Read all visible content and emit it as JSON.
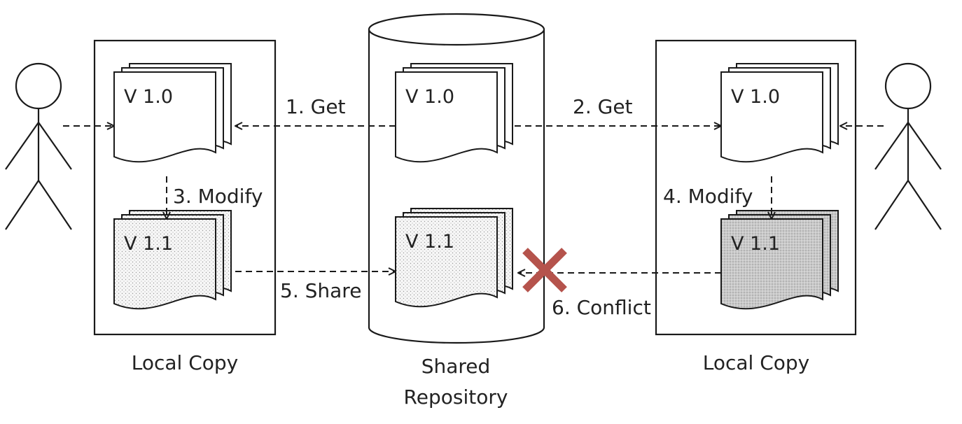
{
  "labels": {
    "get_1": "1. Get",
    "get_2": "2. Get",
    "modify_3": "3. Modify",
    "modify_4": "4. Modify",
    "share_5": "5. Share",
    "conflict_6": "6. Conflict",
    "local_copy_left": "Local Copy",
    "local_copy_right": "Local Copy",
    "shared_line1": "Shared",
    "shared_line2": "Repository"
  },
  "documents": {
    "left_top": "V 1.0",
    "left_bottom": "V 1.1",
    "center_top": "V 1.0",
    "center_bottom": "V 1.1",
    "right_top": "V 1.0",
    "right_bottom": "V 1.1"
  },
  "colors": {
    "line": "#1a1a1a",
    "conflict_mark": "#b5534c",
    "dotted_fill": "#f2f2f2",
    "gray_fill": "#cfcfcf"
  },
  "icons": {
    "actors": "stick-figure-icon",
    "conflict": "x-cross-icon"
  }
}
